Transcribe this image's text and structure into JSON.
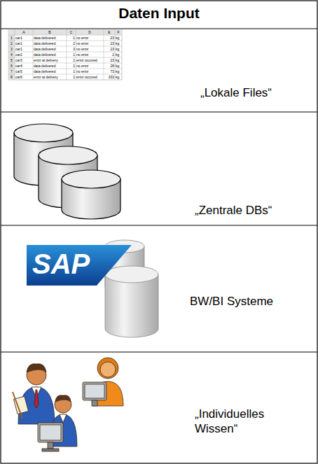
{
  "diagram": {
    "title": "Daten Input",
    "nodes": [
      {
        "text": [
          "„Lokale Files“"
        ]
      },
      {
        "text": [
          "„Zentrale DBs“"
        ]
      },
      {
        "text": [
          "BW/BI Systeme"
        ]
      },
      {
        "text": [
          "„Individuelles Wissen“"
        ]
      }
    ],
    "labels": [
      "A",
      "B",
      "C",
      "D",
      "E",
      "F",
      "1",
      "car1",
      "data delivered",
      "1",
      "no error",
      "23",
      "kg",
      "2",
      "car1",
      "data delivered",
      "2",
      "no error",
      "23",
      "kg",
      "3",
      "car1",
      "data delivered",
      "3",
      "no error",
      "23",
      "kg",
      "4",
      "car2",
      "data delivered",
      "1",
      "no error",
      "2",
      "kg",
      "5",
      "car3",
      "error at delivery",
      "1",
      "error occured",
      "23",
      "kg",
      "6",
      "car4",
      "data delivered",
      "1",
      "no error",
      "28",
      "kg",
      "7",
      "car5",
      "data delivered",
      "1",
      "no error",
      "73",
      "kg",
      "8",
      "car6",
      "error at delivery",
      "1",
      "error occured",
      "333",
      "kg",
      "SAP"
    ]
  }
}
